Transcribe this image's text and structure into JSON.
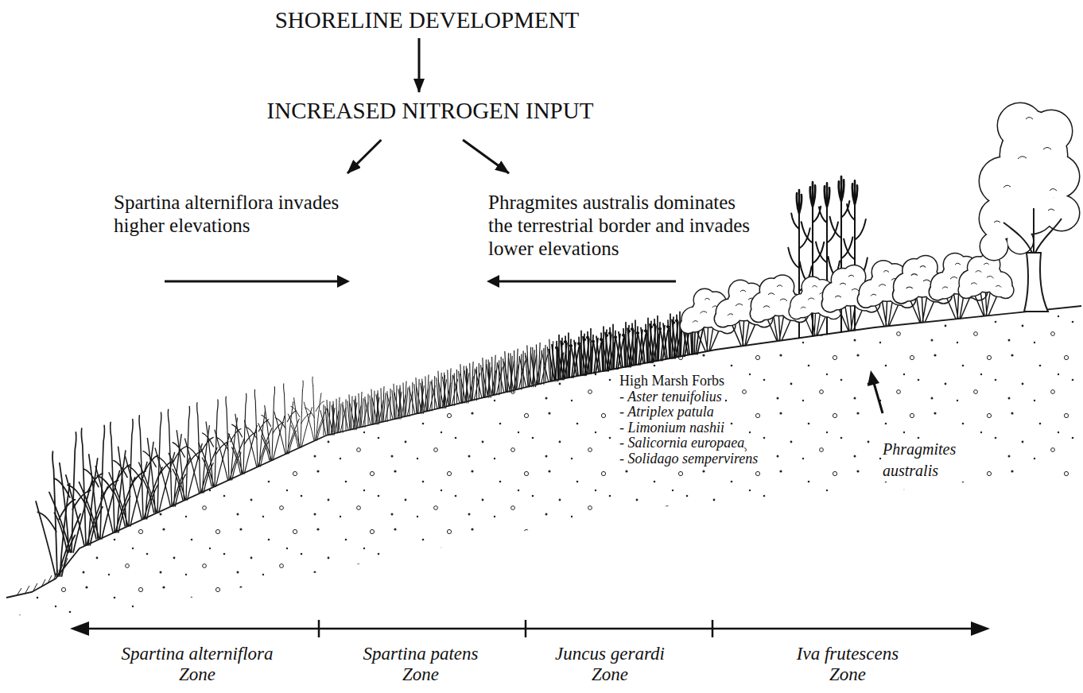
{
  "diagram": {
    "nodes": [
      {
        "text": [
          "SHORELINE DEVELOPMENT"
        ]
      },
      {
        "text": [
          "INCREASED NITROGEN INPUT"
        ]
      },
      {
        "text": [
          "Spartina alterniflora invades higher elevations"
        ]
      },
      {
        "text": [
          "Phragmites australis dominates the terrestrial border and invades lower elevations"
        ]
      }
    ],
    "edges": [
      {
        "from": 0,
        "to": 1,
        "arrow": "to"
      },
      {
        "from": 1,
        "to": 2,
        "arrow": "to"
      },
      {
        "from": 1,
        "to": 3,
        "arrow": "to"
      }
    ],
    "labels": [
      "High Marsh Forbs",
      "- Aster tenuifolius",
      "- Atriplex patula",
      "- Limonium nashii",
      "- Salicornia europaea",
      "- Solidago sempervirens",
      "Phragmites australis",
      "Spartina alterniflora Zone",
      "Spartina patens Zone",
      "Juncus gerardi Zone",
      "Iva frutescens Zone"
    ]
  }
}
